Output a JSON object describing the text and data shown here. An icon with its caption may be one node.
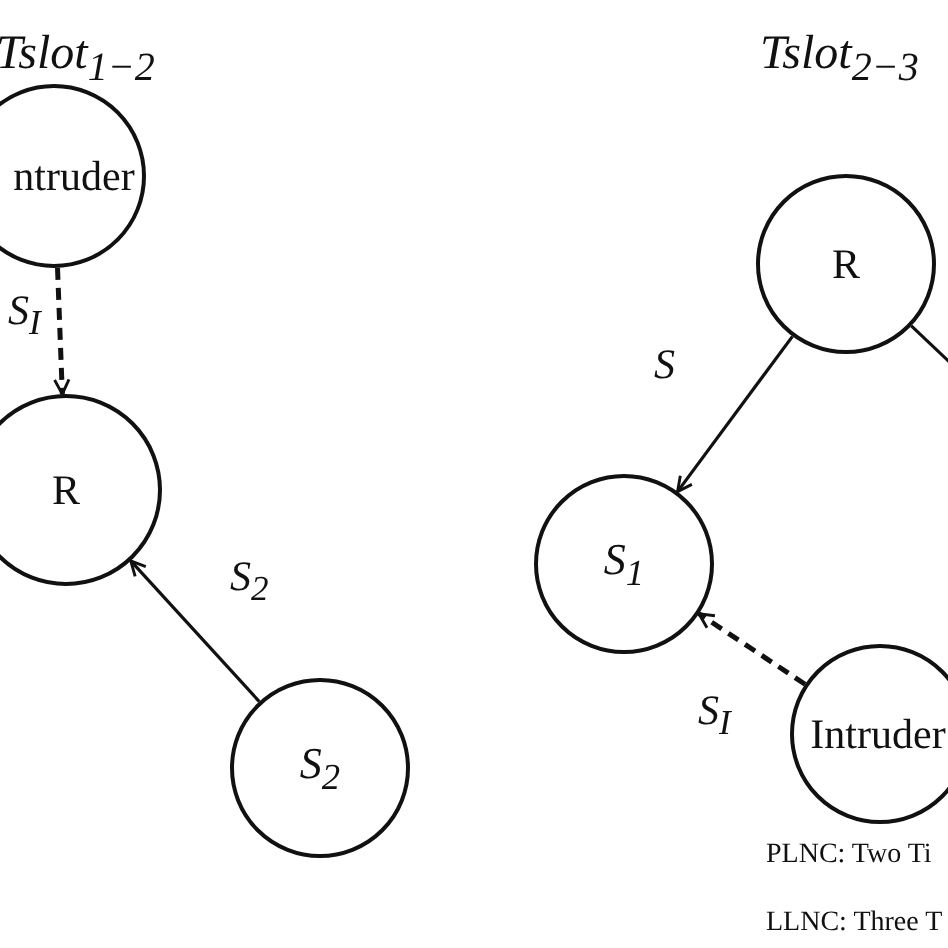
{
  "diagram": {
    "nodes": [
      {
        "text": [
          "ntruder"
        ]
      },
      {
        "text": [
          "R"
        ]
      },
      {
        "text": [
          "S$_{2}$"
        ]
      },
      {
        "text": [
          "R"
        ]
      },
      {
        "text": [
          "S$_{1}$"
        ]
      },
      {
        "text": [
          "Intruder"
        ]
      }
    ],
    "edges": [
      {
        "from": 0,
        "to": 1,
        "arrow": "to",
        "style": "dashed",
        "label": "S$_{I}$"
      },
      {
        "from": 2,
        "to": 1,
        "arrow": "to",
        "label": "S$_{2}$"
      },
      {
        "from": 3,
        "to": 4,
        "arrow": "to",
        "label": "S"
      },
      {
        "from": 5,
        "to": 4,
        "arrow": "to",
        "style": "dashed",
        "label": "S$_{I}$"
      },
      {
        "from": 3,
        "to": null,
        "arrow": "none"
      }
    ],
    "labels": [
      "Tslot$_{1−2}$",
      "Tslot$_{2−3}$",
      "PLNC: Two Ti",
      "LLNC: Three T"
    ]
  }
}
